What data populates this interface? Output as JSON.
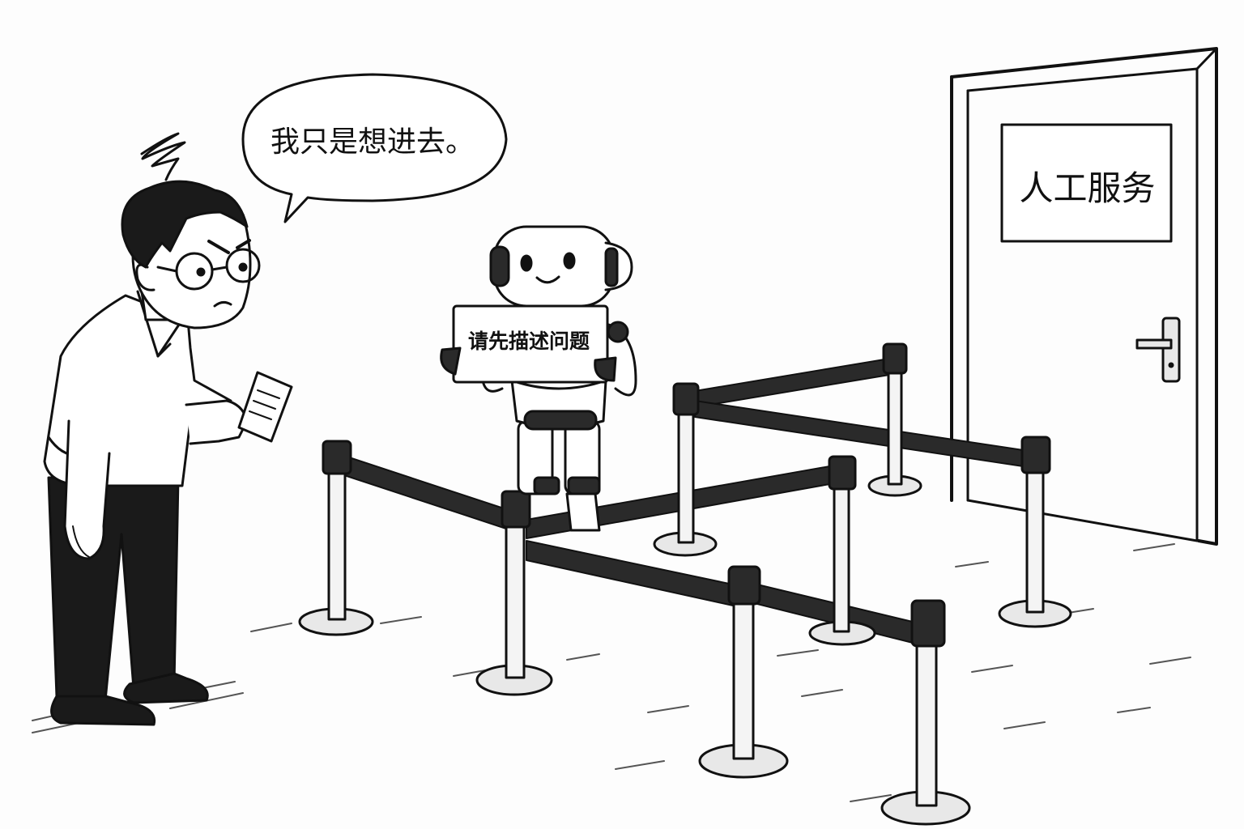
{
  "speech_bubble": {
    "text": "我只是想进去。"
  },
  "robot_sign": {
    "text": "请先描述问题"
  },
  "door_sign": {
    "text": "人工服务"
  },
  "colors": {
    "ink": "#111111",
    "paper": "#fdfdfd",
    "belt": "#2a2a2a",
    "metal": "#e8e8e8",
    "skin": "#ffffff"
  },
  "icons": {
    "frustration": "scribble-icon",
    "door_handle": "door-handle-icon"
  }
}
